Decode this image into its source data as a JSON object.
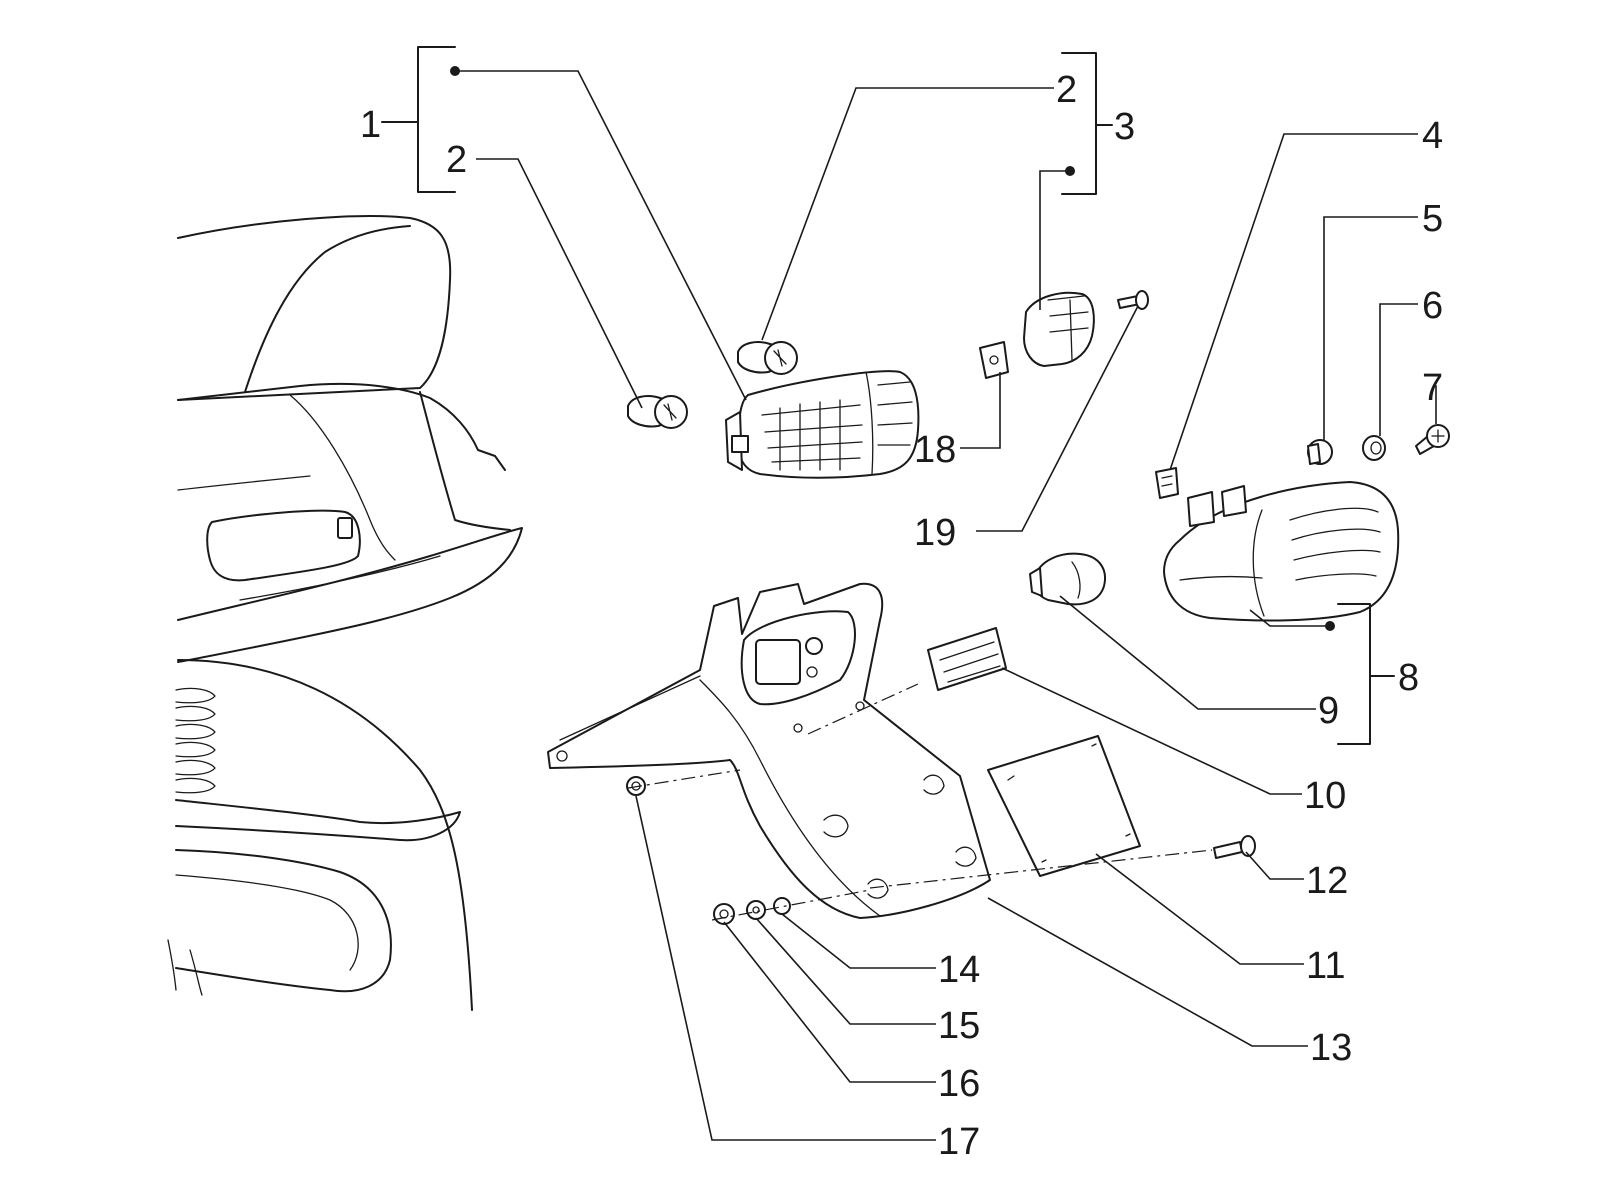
{
  "callouts": [
    {
      "id": "c1",
      "label": "1"
    },
    {
      "id": "c2a",
      "label": "2"
    },
    {
      "id": "c2b",
      "label": "2"
    },
    {
      "id": "c3",
      "label": "3"
    },
    {
      "id": "c4",
      "label": "4"
    },
    {
      "id": "c5",
      "label": "5"
    },
    {
      "id": "c6",
      "label": "6"
    },
    {
      "id": "c7",
      "label": "7"
    },
    {
      "id": "c8",
      "label": "8"
    },
    {
      "id": "c9",
      "label": "9"
    },
    {
      "id": "c10",
      "label": "10"
    },
    {
      "id": "c11",
      "label": "11"
    },
    {
      "id": "c12",
      "label": "12"
    },
    {
      "id": "c13",
      "label": "13"
    },
    {
      "id": "c14",
      "label": "14"
    },
    {
      "id": "c15",
      "label": "15"
    },
    {
      "id": "c16",
      "label": "16"
    },
    {
      "id": "c17",
      "label": "17"
    },
    {
      "id": "c18",
      "label": "18"
    },
    {
      "id": "c19",
      "label": "19"
    }
  ]
}
